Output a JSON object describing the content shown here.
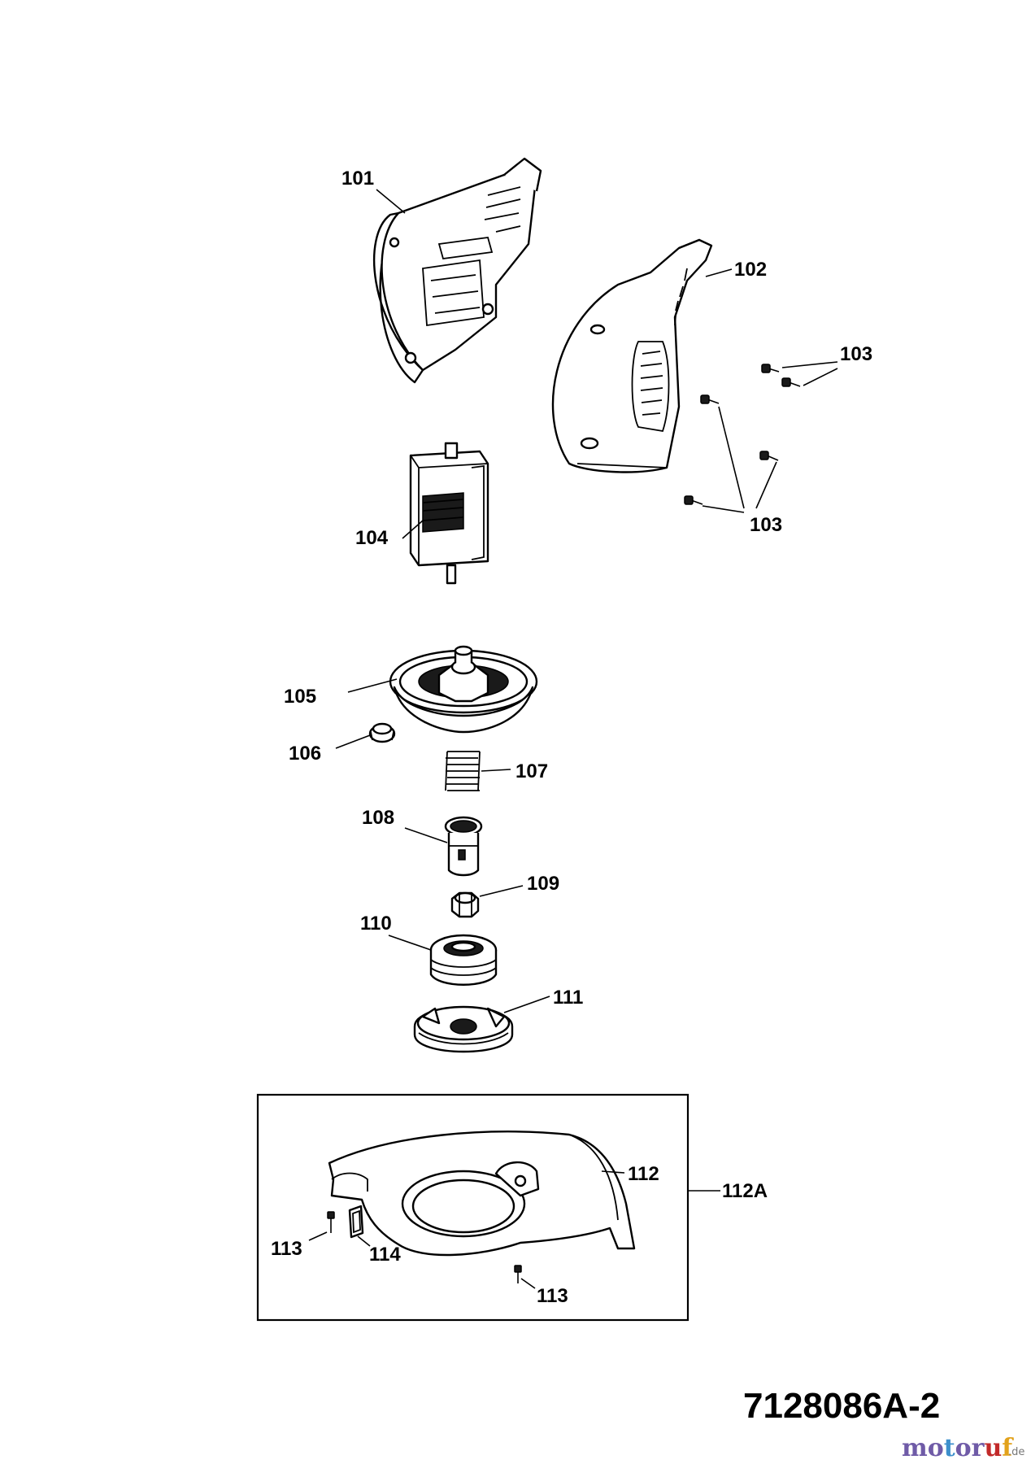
{
  "document_code": "7128086A-2",
  "watermark": {
    "letters": [
      {
        "char": "m",
        "color": "#6f5ba7"
      },
      {
        "char": "o",
        "color": "#6f5ba7"
      },
      {
        "char": "t",
        "color": "#3d8fcc"
      },
      {
        "char": "o",
        "color": "#6f5ba7"
      },
      {
        "char": "r",
        "color": "#6f5ba7"
      },
      {
        "char": "u",
        "color": "#c22a2a"
      },
      {
        "char": "f",
        "color": "#e2a21b"
      }
    ],
    "suffix": ".de"
  },
  "labels": {
    "p101": "101",
    "p102": "102",
    "p103a": "103",
    "p103b": "103",
    "p104": "104",
    "p105": "105",
    "p106": "106",
    "p107": "107",
    "p108": "108",
    "p109": "109",
    "p110": "110",
    "p111": "111",
    "p112": "112",
    "p112a": "112A",
    "p113a": "113",
    "p113b": "113",
    "p114": "114"
  }
}
